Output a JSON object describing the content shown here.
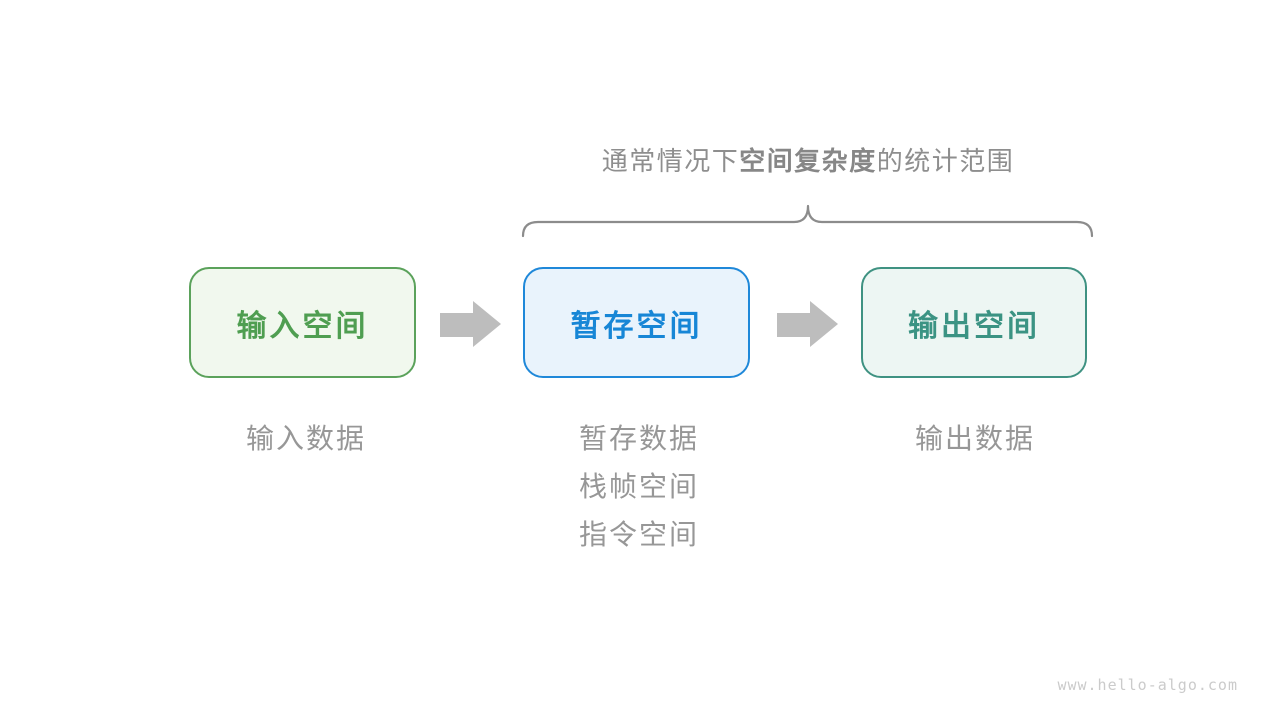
{
  "title": {
    "prefix": "通常情况下",
    "bold": "空间复杂度",
    "suffix": "的统计范围",
    "color": "#8e8e8e"
  },
  "brace": {
    "color": "#8c8c8c"
  },
  "arrow": {
    "color": "#bdbdbd"
  },
  "boxes": [
    {
      "label": "输入空间",
      "border_color": "#5ba25b",
      "fill_color": "#f1f8ee",
      "text_color": "#4f9e51",
      "captions": [
        "输入数据"
      ]
    },
    {
      "label": "暂存空间",
      "border_color": "#1f88d9",
      "fill_color": "#e9f3fc",
      "text_color": "#1786d6",
      "captions": [
        "暂存数据",
        "栈帧空间",
        "指令空间"
      ]
    },
    {
      "label": "输出空间",
      "border_color": "#3f9282",
      "fill_color": "#edf6f3",
      "text_color": "#3b9383",
      "captions": [
        "输出数据"
      ]
    }
  ],
  "caption_color": "#979797",
  "watermark": {
    "text": "www.hello-algo.com",
    "color": "#cbcbcb"
  }
}
